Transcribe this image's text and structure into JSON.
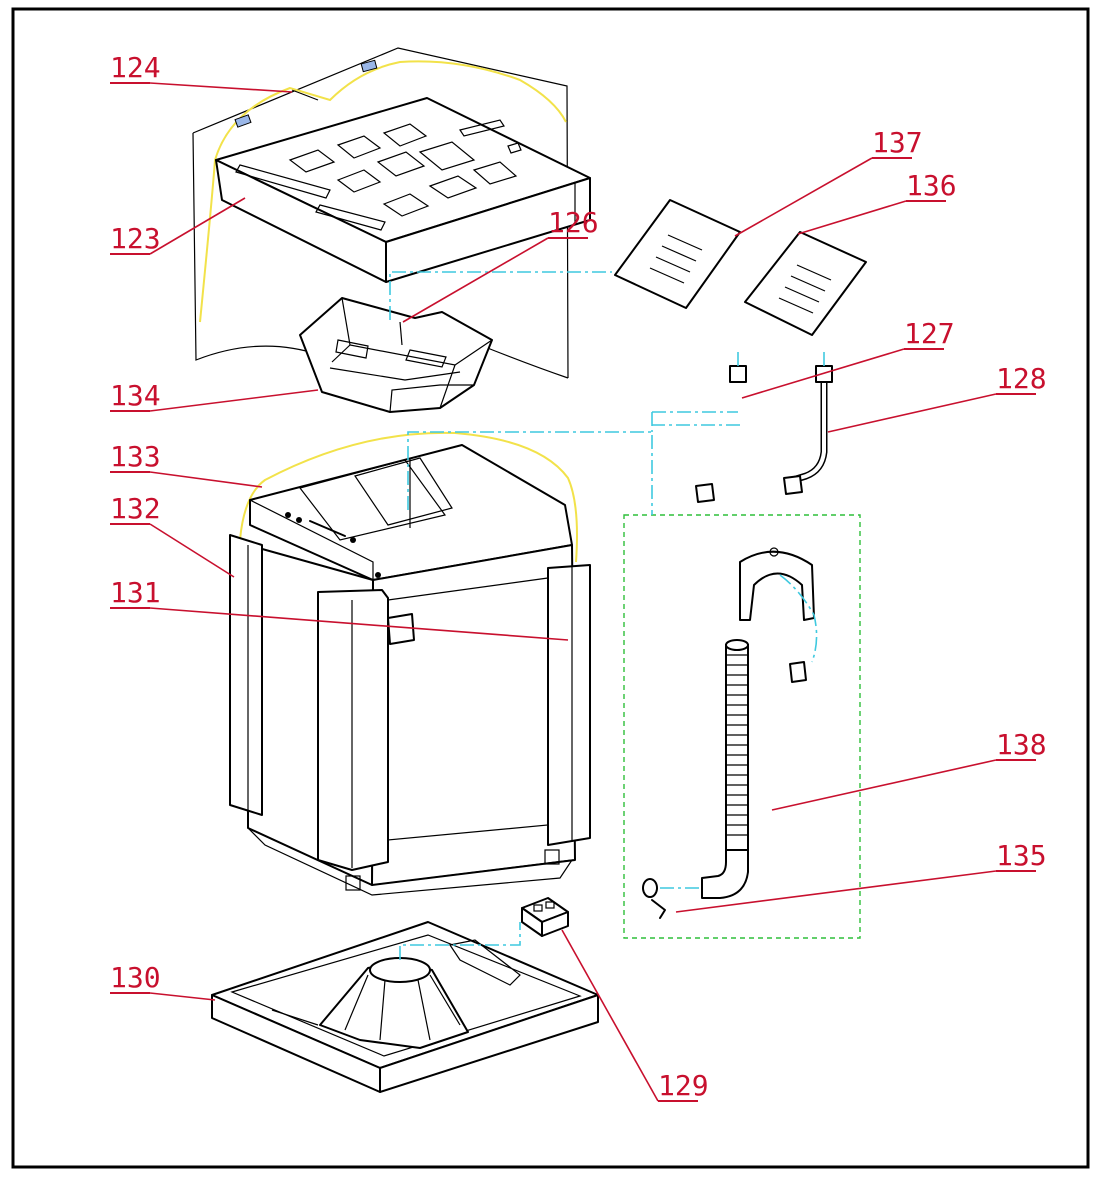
{
  "callouts": [
    {
      "id": "124",
      "text": "124"
    },
    {
      "id": "123",
      "text": "123"
    },
    {
      "id": "126",
      "text": "126"
    },
    {
      "id": "134",
      "text": "134"
    },
    {
      "id": "133",
      "text": "133"
    },
    {
      "id": "132",
      "text": "132"
    },
    {
      "id": "131",
      "text": "131"
    },
    {
      "id": "137",
      "text": "137"
    },
    {
      "id": "136",
      "text": "136"
    },
    {
      "id": "127",
      "text": "127"
    },
    {
      "id": "128",
      "text": "128"
    },
    {
      "id": "138",
      "text": "138"
    },
    {
      "id": "135",
      "text": "135"
    },
    {
      "id": "130",
      "text": "130"
    },
    {
      "id": "129",
      "text": "129"
    }
  ],
  "colors": {
    "callout": "#c8102e",
    "outline": "#000000",
    "packing_strap": "#f2e24a",
    "assembly_path": "#3fc9df",
    "accessory_group": "#2fbf3a"
  }
}
